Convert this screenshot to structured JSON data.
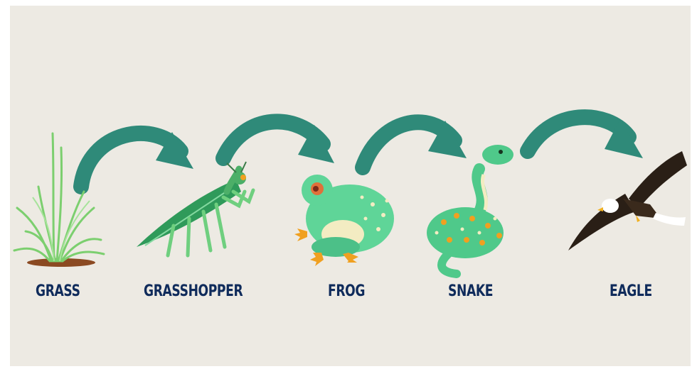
{
  "food_chain": {
    "organisms": [
      {
        "name": "GRASS",
        "icon": "grass-icon"
      },
      {
        "name": "GRASSHOPPER",
        "icon": "grasshopper-icon"
      },
      {
        "name": "FROG",
        "icon": "frog-icon"
      },
      {
        "name": "SNAKE",
        "icon": "snake-icon"
      },
      {
        "name": "EAGLE",
        "icon": "eagle-icon"
      }
    ],
    "colors": {
      "background": "#edeae3",
      "arrow": "#2f8a79",
      "label": "#0f2b5b",
      "grass": "#7ccf6f",
      "grasshopper": "#4caf68",
      "frog": "#5fd598",
      "snake": "#4fc98a",
      "eagle": "#2a1f16"
    }
  }
}
